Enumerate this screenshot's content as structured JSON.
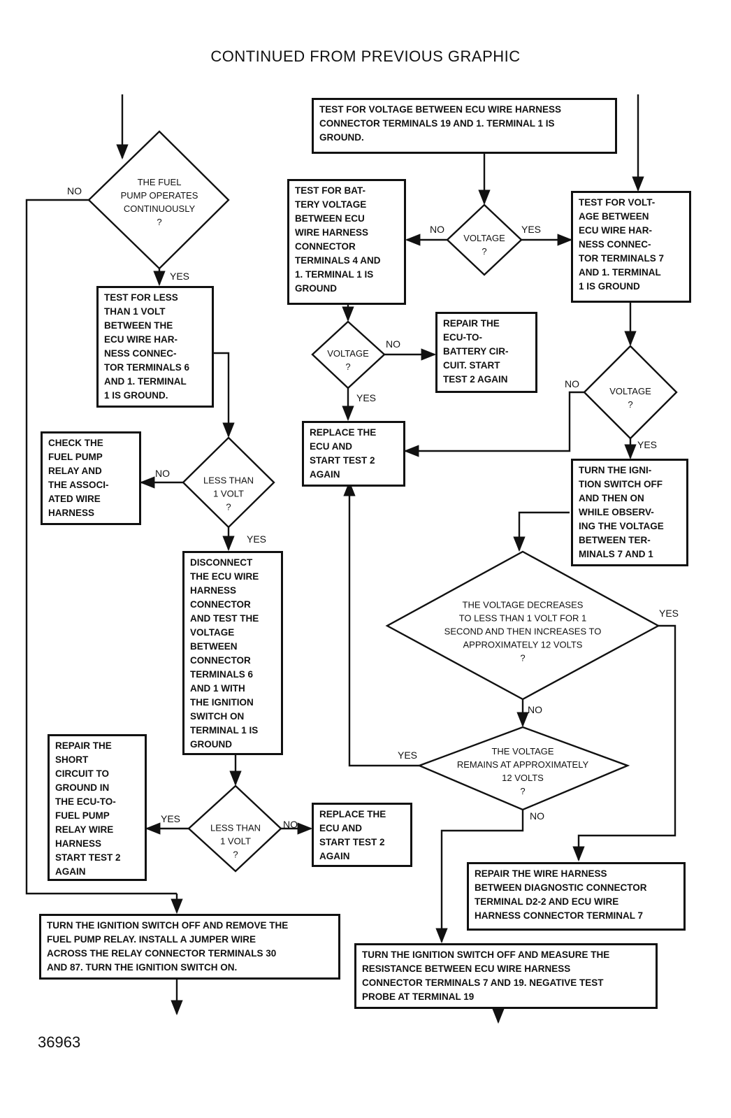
{
  "header": "CONTINUED FROM PREVIOUS GRAPHIC",
  "figure_number": "36963",
  "boxes": {
    "test_1v_6_1": "TEST FOR LESS\nTHAN 1 VOLT\nBETWEEN THE\nECU WIRE HAR-\nNESS CONNEC-\nTOR TERMINALS 6\nAND 1. TERMINAL\n1 IS GROUND.",
    "check_relay": "CHECK THE\nFUEL PUMP\nRELAY AND\nTHE ASSOCI-\nATED WIRE\nHARNESS",
    "disconnect": "DISCONNECT\nTHE ECU WIRE\nHARNESS\nCONNECTOR\nAND TEST THE\nVOLTAGE\nBETWEEN\nCONNECTOR\nTERMINALS 6\nAND 1 WITH\nTHE IGNITION\nSWITCH ON\nTERMINAL 1 IS\nGROUND",
    "repair_short": "REPAIR THE\nSHORT\nCIRCUIT TO\nGROUND IN\nTHE ECU-TO-\nFUEL PUMP\nRELAY WIRE\nHARNESS\nSTART TEST 2\nAGAIN",
    "replace_ecu_bottom": "REPLACE THE\nECU AND\nSTART TEST 2\nAGAIN",
    "turn_off_remove": "TURN THE IGNITION SWITCH OFF AND REMOVE THE\nFUEL PUMP RELAY. INSTALL A JUMPER WIRE\nACROSS THE RELAY CONNECTOR TERMINALS 30\nAND 87. TURN THE IGNITION SWITCH ON.",
    "test_19_1": "TEST FOR VOLTAGE BETWEEN ECU WIRE HARNESS\nCONNECTOR TERMINALS 19 AND 1. TERMINAL 1 IS\nGROUND.",
    "test_battery_4_1": "TEST FOR BAT-\nTERY VOLTAGE\nBETWEEN ECU\nWIRE HARNESS\nCONNECTOR\nTERMINALS 4 AND\n1. TERMINAL 1 IS\nGROUND",
    "repair_ecu_battery": "REPAIR THE\nECU-TO-\nBATTERY CIR-\nCUIT. START\nTEST 2 AGAIN",
    "replace_ecu_mid": "REPLACE THE\nECU AND\nSTART TEST 2\nAGAIN",
    "test_7_1": "TEST FOR VOLT-\nAGE BETWEEN\nECU WIRE HAR-\nNESS CONNEC-\nTOR TERMINALS 7\nAND 1. TERMINAL\n1 IS GROUND",
    "turn_ignition_observe": "TURN THE IGNI-\nTION SWITCH OFF\nAND THEN ON\nWHILE OBSERV-\nING THE VOLTAGE\nBETWEEN TER-\nMINALS 7 AND 1",
    "repair_harness_d2": "REPAIR THE WIRE HARNESS\nBETWEEN DIAGNOSTIC CONNECTOR\nTERMINAL D2-2 AND ECU WIRE\nHARNESS CONNECTOR TERMINAL 7",
    "measure_resistance": "TURN THE IGNITION SWITCH OFF AND MEASURE THE\nRESISTANCE BETWEEN ECU WIRE HARNESS\nCONNECTOR TERMINALS 7 AND 19. NEGATIVE TEST\nPROBE AT TERMINAL 19"
  },
  "decisions": {
    "fuel_pump": "THE FUEL\nPUMP OPERATES\nCONTINUOUSLY\n?",
    "less_1v_a": "LESS THAN\n1 VOLT\n?",
    "less_1v_b": "LESS THAN\n1 VOLT\n?",
    "voltage_top": "VOLTAGE\n?",
    "voltage_left": "VOLTAGE\n?",
    "voltage_right": "VOLTAGE\n?",
    "voltage_decreases": "THE VOLTAGE DECREASES\nTO LESS THAN 1 VOLT FOR 1\nSECOND AND THEN INCREASES TO\nAPPROXIMATELY 12 VOLTS\n?",
    "voltage_remains": "THE VOLTAGE\nREMAINS AT APPROXIMATELY\n12 VOLTS\n?"
  },
  "labels": {
    "yes": "YES",
    "no": "NO"
  }
}
